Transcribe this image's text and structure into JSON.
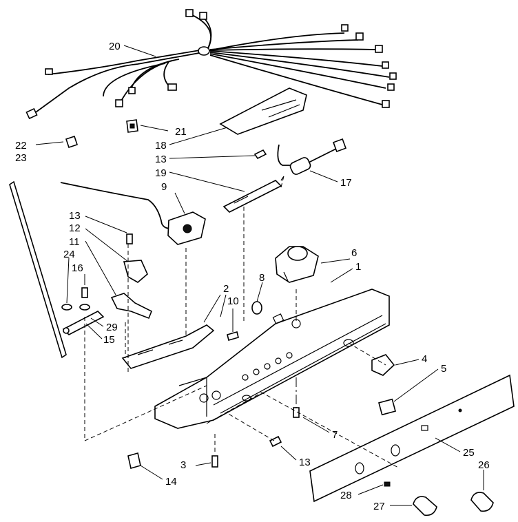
{
  "diagram": {
    "callouts": [
      {
        "key": "20",
        "text": "20"
      },
      {
        "key": "21",
        "text": "21"
      },
      {
        "key": "18",
        "text": "18"
      },
      {
        "key": "13a",
        "text": "13"
      },
      {
        "key": "19",
        "text": "19"
      },
      {
        "key": "17",
        "text": "17"
      },
      {
        "key": "9",
        "text": "9"
      },
      {
        "key": "22",
        "text": "22"
      },
      {
        "key": "23",
        "text": "23"
      },
      {
        "key": "13b",
        "text": "13"
      },
      {
        "key": "12",
        "text": "12"
      },
      {
        "key": "11",
        "text": "11"
      },
      {
        "key": "24",
        "text": "24"
      },
      {
        "key": "16",
        "text": "16"
      },
      {
        "key": "29",
        "text": "29"
      },
      {
        "key": "15",
        "text": "15"
      },
      {
        "key": "2",
        "text": "2"
      },
      {
        "key": "10",
        "text": "10"
      },
      {
        "key": "8",
        "text": "8"
      },
      {
        "key": "6",
        "text": "6"
      },
      {
        "key": "1",
        "text": "1"
      },
      {
        "key": "4",
        "text": "4"
      },
      {
        "key": "5",
        "text": "5"
      },
      {
        "key": "7",
        "text": "7"
      },
      {
        "key": "13c",
        "text": "13"
      },
      {
        "key": "25",
        "text": "25"
      },
      {
        "key": "26",
        "text": "26"
      },
      {
        "key": "3",
        "text": "3"
      },
      {
        "key": "14",
        "text": "14"
      },
      {
        "key": "28",
        "text": "28"
      },
      {
        "key": "27",
        "text": "27"
      }
    ]
  }
}
